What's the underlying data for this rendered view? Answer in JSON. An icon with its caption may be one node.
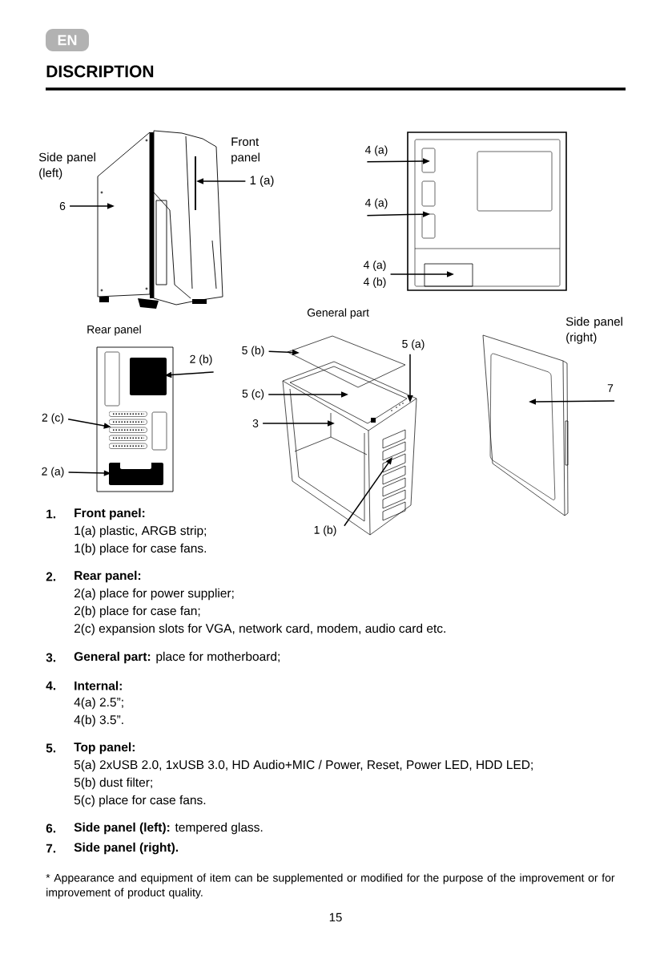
{
  "diagram": {
    "title": "DISCRIPTION",
    "nodes": [
      {
        "text": [
          "1 (a)"
        ]
      },
      {
        "text": [
          "6"
        ]
      },
      {
        "text": [
          "4 (a)"
        ]
      },
      {
        "text": [
          "4 (a)"
        ]
      },
      {
        "text": [
          "4 (a)",
          "4 (b)"
        ]
      },
      {
        "text": [
          "2 (b)"
        ]
      },
      {
        "text": [
          "2 (c)"
        ]
      },
      {
        "text": [
          "2 (a)"
        ]
      },
      {
        "text": [
          "5 (b)"
        ]
      },
      {
        "text": [
          "5 (a)"
        ]
      },
      {
        "text": [
          "5 (c)"
        ]
      },
      {
        "text": [
          "3"
        ]
      },
      {
        "text": [
          "7"
        ]
      },
      {
        "text": [
          "1 (b)"
        ]
      },
      {
        "text": [],
        "shape": "box"
      },
      {
        "text": [],
        "shape": "box"
      },
      {
        "text": [],
        "shape": "box"
      }
    ],
    "edges": [
      {
        "from": 0,
        "to": null,
        "arrow": "to"
      },
      {
        "from": 1,
        "to": null,
        "arrow": "to"
      },
      {
        "from": 2,
        "to": null,
        "arrow": "to"
      },
      {
        "from": 3,
        "to": null,
        "arrow": "to"
      },
      {
        "from": 4,
        "to": null,
        "arrow": "to"
      },
      {
        "from": 5,
        "to": 14,
        "arrow": "to"
      },
      {
        "from": 6,
        "to": 15,
        "arrow": "to"
      },
      {
        "from": 7,
        "to": 16,
        "arrow": "to"
      },
      {
        "from": 8,
        "to": null,
        "arrow": "to"
      },
      {
        "from": 9,
        "to": null,
        "arrow": "to"
      },
      {
        "from": 10,
        "to": null,
        "arrow": "to"
      },
      {
        "from": 11,
        "to": null,
        "arrow": "to"
      },
      {
        "from": 12,
        "to": null,
        "arrow": "to"
      },
      {
        "from": 13,
        "to": null,
        "arrow": "to"
      }
    ],
    "labels": [
      "EN",
      "Side panel (left)",
      "Front panel",
      "General part",
      "Rear panel",
      "Side panel (right)",
      "1.",
      "Front panel:",
      "1(a) plastic, ARGB strip;",
      "1(b) place for case fans.",
      "2.",
      "Rear panel:",
      "2(a) place for power supplier;",
      "2(b) place for case fan;",
      "2(c) expansion slots for VGA, network card, modem, audio card etc.",
      "3.",
      "**General part:** place for motherboard;",
      "4.",
      "Internal:",
      "4(a) 2.5”;",
      "4(b) 3.5”.",
      "5.",
      "Top panel:",
      "5(a) 2xUSB 2.0, 1xUSB 3.0, HD Audio+MIC / Power, Reset, Power LED, HDD LED;",
      "5(b) dust filter;",
      "5(c) place for case fans.",
      "6.",
      "**Side panel (left):** tempered glass.",
      "7.",
      "Side panel (right).",
      "* Appearance and equipment of item can be supplemented or modified for the purpose of the improvement or for improvement of product quality.",
      "15"
    ]
  }
}
